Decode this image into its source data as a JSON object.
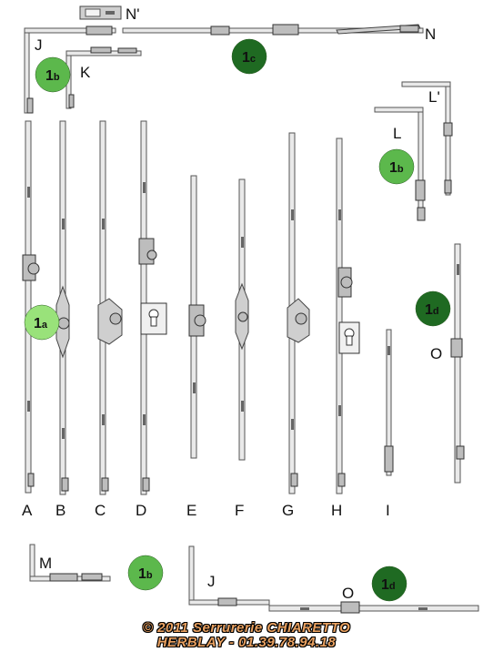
{
  "labels": {
    "A": "A",
    "B": "B",
    "C": "C",
    "D": "D",
    "E": "E",
    "F": "F",
    "G": "G",
    "H": "H",
    "I": "I",
    "J_top": "J",
    "J_bottom": "J",
    "K": "K",
    "L": "L",
    "L_prime": "L'",
    "M": "M",
    "N": "N",
    "N_prime": "N'",
    "O_right": "O",
    "O_bottom": "O"
  },
  "badges": {
    "b_top_left": {
      "num": "1",
      "sub": "b"
    },
    "c_top": {
      "num": "1",
      "sub": "c"
    },
    "b_right": {
      "num": "1",
      "sub": "b"
    },
    "a_left": {
      "num": "1",
      "sub": "a"
    },
    "d_right": {
      "num": "1",
      "sub": "d"
    },
    "b_bottom": {
      "num": "1",
      "sub": "b"
    },
    "d_bottom": {
      "num": "1",
      "sub": "d"
    }
  },
  "colors": {
    "badge_light": "#99e27a",
    "badge_mid": "#5cb84c",
    "badge_dark": "#1f6a22",
    "footer_text": "#e8a060"
  },
  "footer": {
    "line1": "© 2011 Serrurerie CHIARETTO",
    "line2": "HERBLAY - 01.39.78.94.18"
  }
}
